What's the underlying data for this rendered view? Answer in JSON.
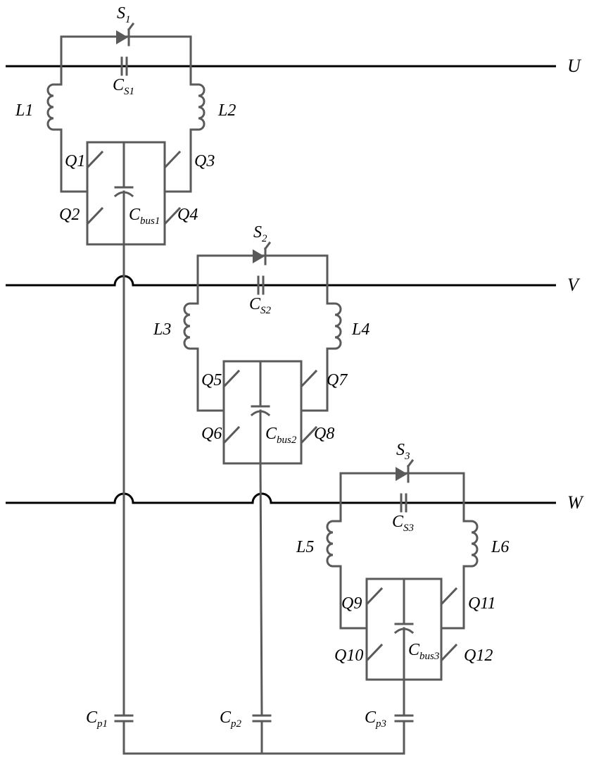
{
  "phases": [
    {
      "line_label": "U",
      "thyristor": {
        "main": "S",
        "sub": "1"
      },
      "cap_s": {
        "main": "C",
        "sub": "S1"
      },
      "inductors": [
        "L1",
        "L2"
      ],
      "switches": [
        "Q1",
        "Q2",
        "Q3",
        "Q4"
      ],
      "cap_bus": {
        "main": "C",
        "sub": "bus1"
      }
    },
    {
      "line_label": "V",
      "thyristor": {
        "main": "S",
        "sub": "2"
      },
      "cap_s": {
        "main": "C",
        "sub": "S2"
      },
      "inductors": [
        "L3",
        "L4"
      ],
      "switches": [
        "Q5",
        "Q6",
        "Q7",
        "Q8"
      ],
      "cap_bus": {
        "main": "C",
        "sub": "bus2"
      }
    },
    {
      "line_label": "W",
      "thyristor": {
        "main": "S",
        "sub": "3"
      },
      "cap_s": {
        "main": "C",
        "sub": "S3"
      },
      "inductors": [
        "L5",
        "L6"
      ],
      "switches": [
        "Q9",
        "Q10",
        "Q11",
        "Q12"
      ],
      "cap_bus": {
        "main": "C",
        "sub": "bus3"
      }
    }
  ],
  "cap_p": [
    {
      "main": "C",
      "sub": "p1"
    },
    {
      "main": "C",
      "sub": "p2"
    },
    {
      "main": "C",
      "sub": "p3"
    }
  ],
  "colors": {
    "wire": "#5a5a5a",
    "line": "#000000"
  }
}
